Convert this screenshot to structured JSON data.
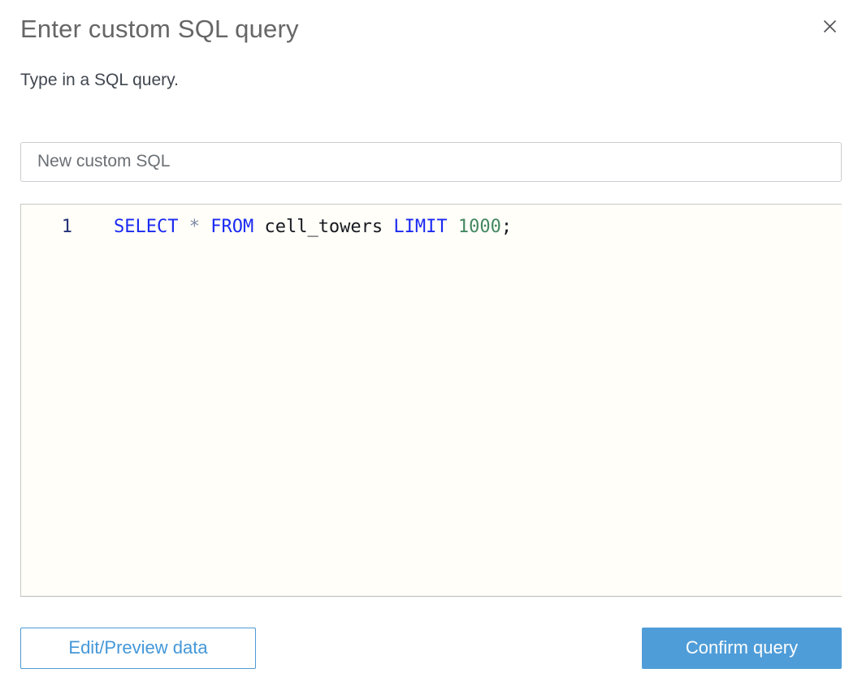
{
  "dialog": {
    "title": "Enter custom SQL query",
    "description": "Type in a SQL query."
  },
  "name_input": {
    "value": "New custom SQL"
  },
  "editor": {
    "line_number": "1",
    "code_plain": "SELECT * FROM cell_towers LIMIT 1000;",
    "tokens": [
      {
        "text": "SELECT",
        "type": "keyword"
      },
      {
        "text": " ",
        "type": "plain"
      },
      {
        "text": "*",
        "type": "operator"
      },
      {
        "text": " ",
        "type": "plain"
      },
      {
        "text": "FROM",
        "type": "keyword"
      },
      {
        "text": " cell_towers ",
        "type": "plain"
      },
      {
        "text": "LIMIT",
        "type": "keyword"
      },
      {
        "text": " ",
        "type": "plain"
      },
      {
        "text": "1000",
        "type": "number"
      },
      {
        "text": ";",
        "type": "plain"
      }
    ]
  },
  "footer": {
    "edit_preview_label": "Edit/Preview data",
    "confirm_label": "Confirm query"
  },
  "icons": {
    "close": "close-icon"
  },
  "colors": {
    "title_gray": "#666666",
    "keyword_blue": "#1b2af2",
    "operator_slate": "#7d8ba6",
    "number_green": "#448862",
    "line_number_navy": "#233176",
    "editor_background": "#fffef8",
    "accent_blue": "#4f9dd8"
  }
}
